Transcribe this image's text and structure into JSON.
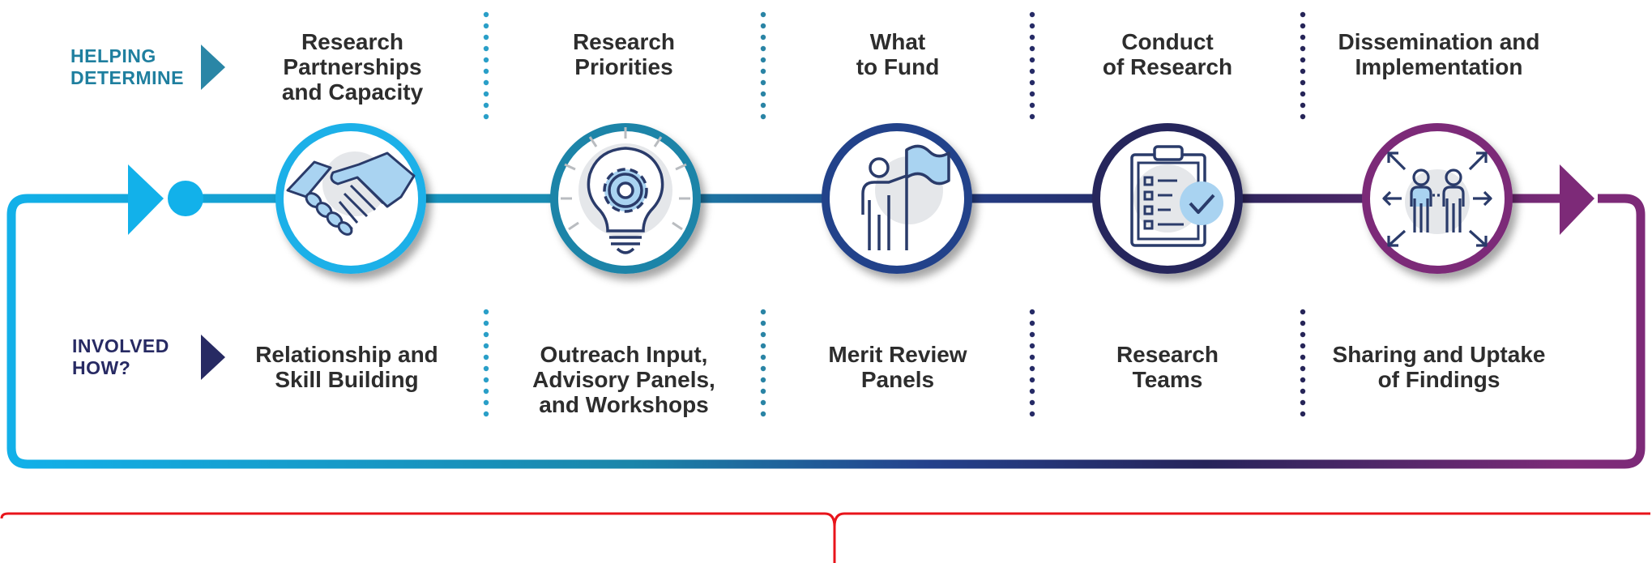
{
  "rows": {
    "helping": {
      "label_line1": "HELPING",
      "label_line2": "DETERMINE"
    },
    "involved": {
      "label_line1": "INVOLVED",
      "label_line2": "HOW?"
    }
  },
  "stages": [
    {
      "determine": [
        "Research",
        "Partnerships",
        "and Capacity"
      ],
      "how": [
        "Relationship and",
        "Skill Building"
      ],
      "icon": "handshake-icon",
      "ring_color": "#1ab0e8"
    },
    {
      "determine": [
        "Research",
        "Priorities"
      ],
      "how": [
        "Outreach Input,",
        "Advisory Panels,",
        "and Workshops"
      ],
      "icon": "lightbulb-gear-icon",
      "ring_color": "#1a84a8"
    },
    {
      "determine": [
        "What",
        "to Fund"
      ],
      "how": [
        "Merit Review",
        "Panels"
      ],
      "icon": "person-flag-icon",
      "ring_color": "#24428a"
    },
    {
      "determine": [
        "Conduct",
        "of Research"
      ],
      "how": [
        "Research",
        "Teams"
      ],
      "icon": "clipboard-check-icon",
      "ring_color": "#27275c"
    },
    {
      "determine": [
        "Dissemination and",
        "Implementation"
      ],
      "how": [
        "Sharing and Uptake",
        "of Findings"
      ],
      "icon": "people-arrows-icon",
      "ring_color": "#7b2a78"
    }
  ],
  "colors": {
    "gradient_start": "#12b1ea",
    "gradient_mid1": "#1a86aa",
    "gradient_mid2": "#24418c",
    "gradient_mid3": "#26245a",
    "gradient_end": "#7d2a78",
    "helping_label": "#1f7f9f",
    "involved_label": "#272a63",
    "brace": "#e8141b",
    "icon_stroke": "#2a3b6a",
    "icon_fill": "#a9d3f1"
  }
}
